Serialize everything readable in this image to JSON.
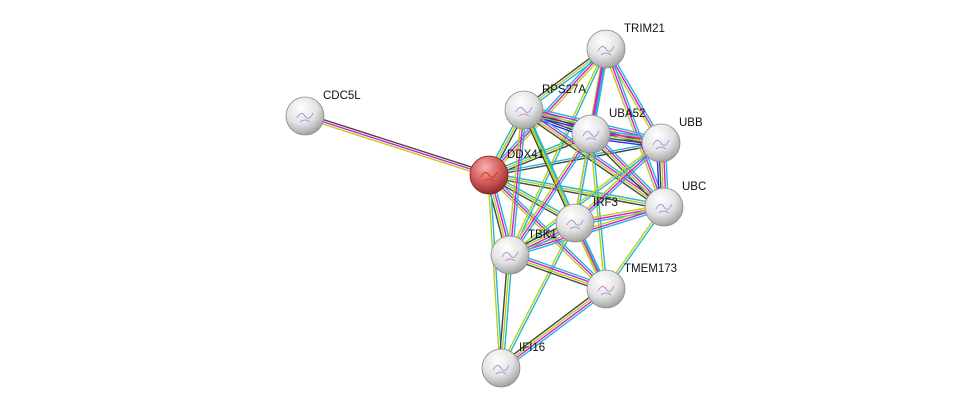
{
  "colors": {
    "c": "#26b6d6",
    "m": "#d81bd8",
    "y": "#b5d11a",
    "k": "#454545",
    "b": "#2a2aff",
    "query_node": "#c84444",
    "node": "#dcdcdc"
  },
  "nodes": [
    {
      "id": "CDC5L",
      "label": "CDC5L",
      "query": false
    },
    {
      "id": "DDX41",
      "label": "DDX41",
      "query": true
    },
    {
      "id": "TRIM21",
      "label": "TRIM21",
      "query": false
    },
    {
      "id": "RPS27A",
      "label": "RPS27A",
      "query": false
    },
    {
      "id": "UBA52",
      "label": "UBA52",
      "query": false
    },
    {
      "id": "UBB",
      "label": "UBB",
      "query": false
    },
    {
      "id": "UBC",
      "label": "UBC",
      "query": false
    },
    {
      "id": "IRF3",
      "label": "IRF3",
      "query": false
    },
    {
      "id": "TBK1",
      "label": "TBK1",
      "query": false
    },
    {
      "id": "TMEM173",
      "label": "TMEM173",
      "query": false
    },
    {
      "id": "IFI16",
      "label": "IFI16",
      "query": false
    }
  ],
  "edges": [
    [
      "CDC5L",
      "DDX41",
      "kmy"
    ],
    [
      "DDX41",
      "RPS27A",
      "cyk"
    ],
    [
      "DDX41",
      "UBA52",
      "cyk"
    ],
    [
      "DDX41",
      "UBB",
      "ck"
    ],
    [
      "DDX41",
      "UBC",
      "cyk"
    ],
    [
      "DDX41",
      "IRF3",
      "cyk"
    ],
    [
      "DDX41",
      "TBK1",
      "cmyk"
    ],
    [
      "DDX41",
      "TMEM173",
      "cmy"
    ],
    [
      "DDX41",
      "IFI16",
      "cy"
    ],
    [
      "DDX41",
      "TRIM21",
      "cmy"
    ],
    [
      "TRIM21",
      "RPS27A",
      "cyk"
    ],
    [
      "TRIM21",
      "UBA52",
      "cmy"
    ],
    [
      "TRIM21",
      "UBB",
      "cmy"
    ],
    [
      "TRIM21",
      "UBC",
      "cmy"
    ],
    [
      "TRIM21",
      "IRF3",
      "cm"
    ],
    [
      "TRIM21",
      "TBK1",
      "cy"
    ],
    [
      "RPS27A",
      "UBA52",
      "cmykb"
    ],
    [
      "RPS27A",
      "UBB",
      "cmykb"
    ],
    [
      "RPS27A",
      "UBC",
      "cmyk"
    ],
    [
      "RPS27A",
      "IRF3",
      "cyk"
    ],
    [
      "RPS27A",
      "TBK1",
      "cmy"
    ],
    [
      "RPS27A",
      "TMEM173",
      "cy"
    ],
    [
      "UBA52",
      "UBB",
      "cmykb"
    ],
    [
      "UBA52",
      "UBC",
      "cmyk"
    ],
    [
      "UBA52",
      "IRF3",
      "cy"
    ],
    [
      "UBA52",
      "TBK1",
      "cmy"
    ],
    [
      "UBA52",
      "TMEM173",
      "cy"
    ],
    [
      "UBB",
      "UBC",
      "cmykb"
    ],
    [
      "UBB",
      "IRF3",
      "cmy"
    ],
    [
      "UBB",
      "TBK1",
      "cy"
    ],
    [
      "UBC",
      "IRF3",
      "cmy"
    ],
    [
      "UBC",
      "TBK1",
      "cmy"
    ],
    [
      "UBC",
      "TMEM173",
      "cy"
    ],
    [
      "IRF3",
      "TBK1",
      "cmyk"
    ],
    [
      "IRF3",
      "TMEM173",
      "cmy"
    ],
    [
      "IRF3",
      "IFI16",
      "cy"
    ],
    [
      "TBK1",
      "TMEM173",
      "cmyk"
    ],
    [
      "TBK1",
      "IFI16",
      "cyk"
    ],
    [
      "TMEM173",
      "IFI16",
      "cmyk"
    ]
  ]
}
